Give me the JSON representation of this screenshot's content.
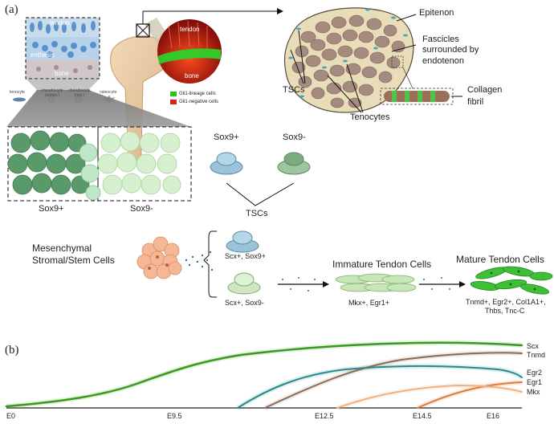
{
  "panel_a": {
    "letter": "(a)",
    "inset": {
      "tendon": "tendon",
      "enthesis": "enthesis",
      "bone": "bone",
      "cell_types": [
        "tenocyte",
        "chondrocyte (unmin.)",
        "chondrocyte (min.)",
        "osteocyte"
      ]
    },
    "fluor": {
      "tendon": "tendon",
      "bone": "bone",
      "legend_green": "Gli1-lineage cells",
      "legend_red": "Gli1-negative cells",
      "color_green": "#27c31f",
      "color_red": "#d8251b"
    },
    "cross_section": {
      "epitenon": "Epitenon",
      "fascicles_line1": "Fascicles",
      "fascicles_line2": "surrounded by",
      "fascicles_line3": "endotenon",
      "tscs": "TSCs",
      "collagen_line1": "Collagen",
      "collagen_line2": "fibril",
      "tenocytes": "Tenocytes"
    },
    "clusters": {
      "left": "Sox9+",
      "right": "Sox9-"
    },
    "tsc_types": {
      "pos": "Sox9+",
      "neg": "Sox9-",
      "group": "TSCs"
    },
    "lineage": {
      "msc_line1": "Mesenchymal",
      "msc_line2": "Stromal/Stem Cells",
      "scx_pos": "Scx+, Sox9+",
      "scx_neg": "Scx+, Sox9-",
      "immature": "Immature Tendon Cells",
      "immature_markers": "Mkx+, Egr1+",
      "mature": "Mature Tendon Cells",
      "mature_markers_line1": "Tnmd+, Egr2+, Col1A1+,",
      "mature_markers_line2": "Thbs, Tnc-C"
    }
  },
  "panel_b": {
    "letter": "(b)",
    "timepoints": [
      "E0",
      "E9.5",
      "E12.5",
      "E14.5",
      "E16"
    ]
  },
  "chart_data": {
    "type": "line",
    "x_categories": [
      "E0",
      "E9.5",
      "E12.5",
      "E14.5",
      "E16"
    ],
    "series": [
      {
        "name": "Scx",
        "color": "#3a9a1e",
        "onset": "E0"
      },
      {
        "name": "Tnmd",
        "color": "#8a6a55",
        "onset": "E12.5"
      },
      {
        "name": "Egr2",
        "color": "#2a8a8a",
        "onset": "E9.5"
      },
      {
        "name": "Egr1",
        "color": "#e07a3a",
        "onset": "E14.5"
      },
      {
        "name": "Mkx",
        "color": "#f0b080",
        "onset": "E12.5"
      }
    ],
    "grid": false,
    "legend": "right"
  }
}
